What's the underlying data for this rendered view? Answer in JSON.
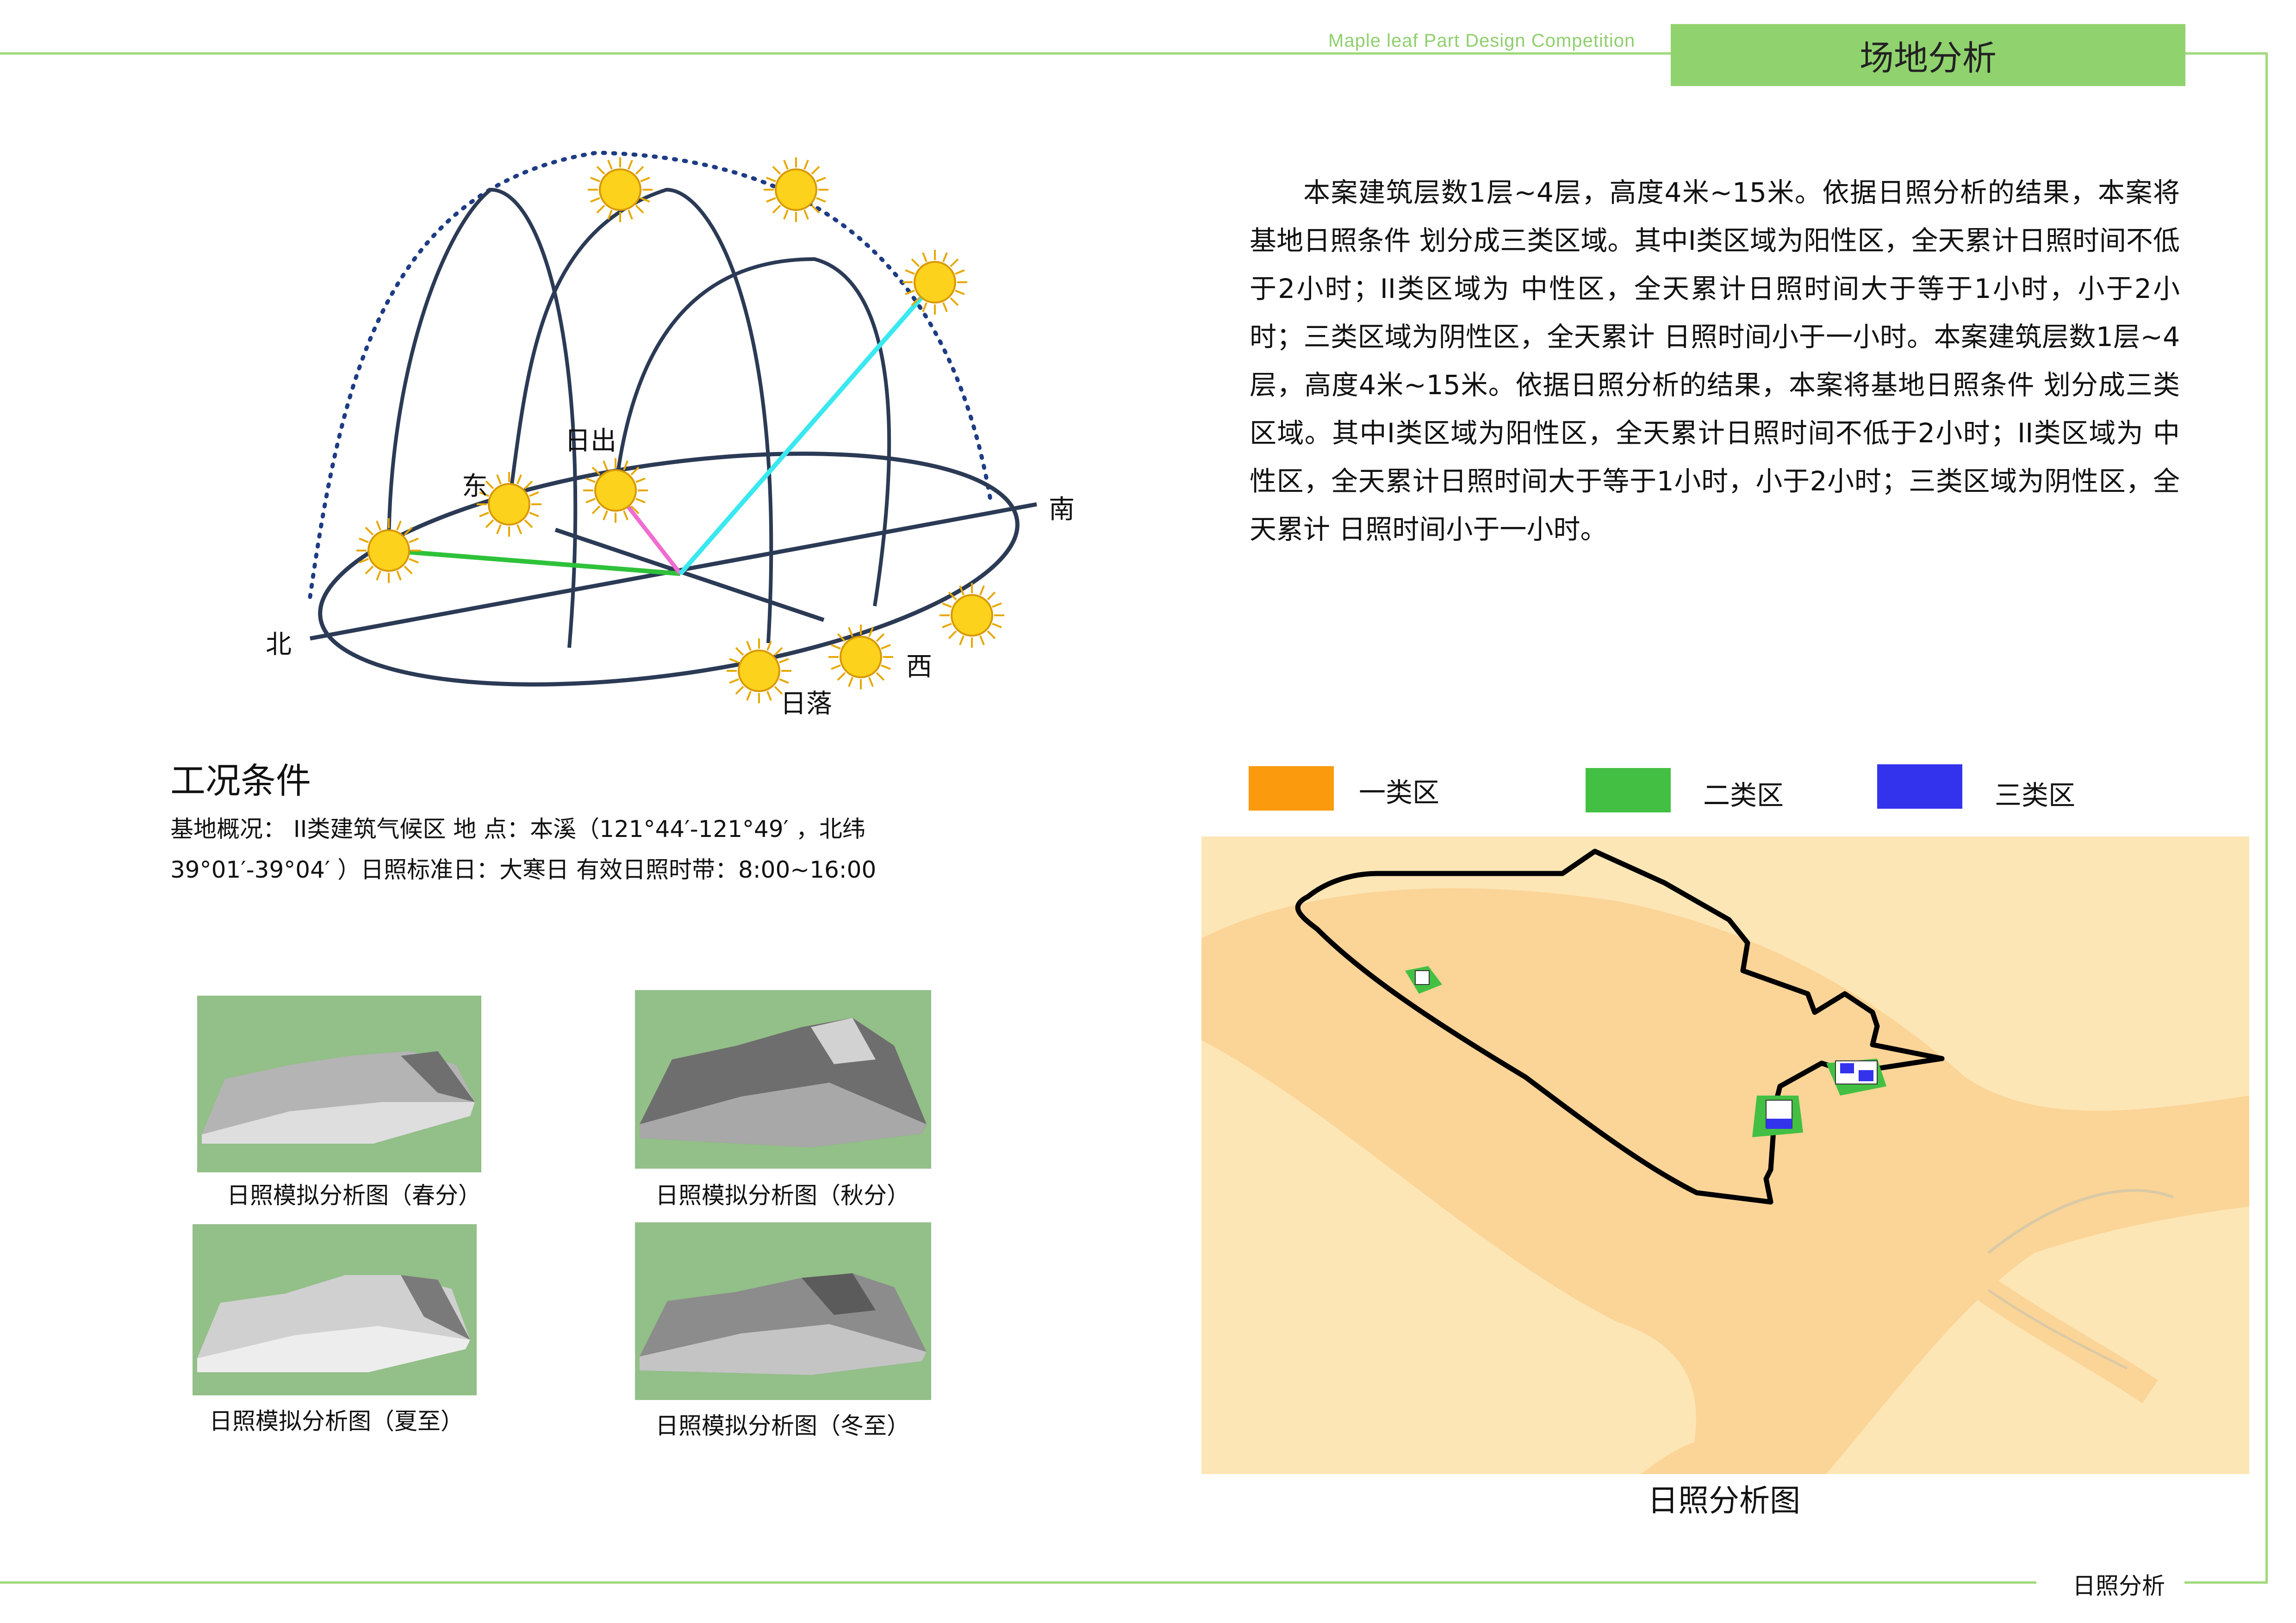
{
  "header": {
    "brand": "Maple leaf Part Design Competition",
    "title": "场地分析"
  },
  "intro_paragraph": "本案建筑层数1层~4层，高度4米~15米。依据日照分析的结果，本案将基地日照条件 划分成三类区域。其中I类区域为阳性区，全天累计日照时间不低于2小时；II类区域为 中性区，全天累计日照时间大于等于1小时，小于2小时；三类区域为阴性区，全天累计 日照时间小于一小时。本案建筑层数1层~4层，高度4米~15米。依据日照分析的结果，本案将基地日照条件 划分成三类区域。其中I类区域为阳性区，全天累计日照时间不低于2小时；II类区域为 中性区，全天累计日照时间大于等于1小时，小于2小时；三类区域为阴性区，全天累计 日照时间小于一小时。",
  "sun_diagram": {
    "labels": {
      "east": "东",
      "sunrise": "日出",
      "south": "南",
      "north": "北",
      "west": "西",
      "sunset": "日落"
    }
  },
  "conditions": {
    "title": "工况条件",
    "line1": "基地概况： II类建筑气候区 地 点：本溪（121°44′-121°49′ ，北纬",
    "line2": "39°01′-39°04′ ）日照标准日：大寒日 有效日照时带：8:00~16:00"
  },
  "simulations": [
    {
      "caption": "日照模拟分析图（春分）"
    },
    {
      "caption": "日照模拟分析图（秋分）"
    },
    {
      "caption": "日照模拟分析图（夏至）"
    },
    {
      "caption": "日照模拟分析图（冬至）"
    }
  ],
  "legend": [
    {
      "label": "一类区",
      "color": "#fb9a0c"
    },
    {
      "label": "二类区",
      "color": "#43c043"
    },
    {
      "label": "三类区",
      "color": "#3333ee"
    }
  ],
  "map": {
    "title": "日照分析图",
    "background_color": "#fde6b5",
    "land_color": "#fbd497"
  },
  "footer": {
    "label": "日照分析"
  }
}
